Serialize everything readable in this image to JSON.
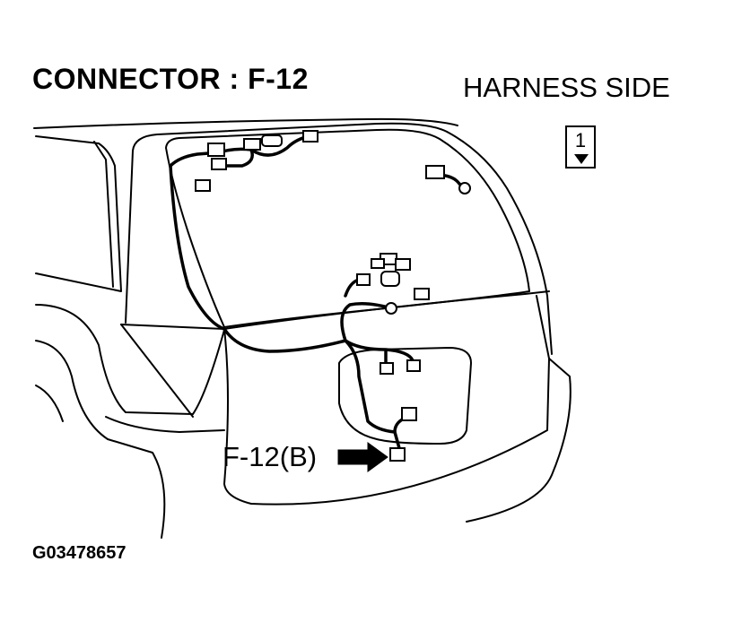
{
  "header": {
    "connector_title": "CONNECTOR : F-12",
    "harness_side": "HARNESS SIDE"
  },
  "terminal_view": {
    "pin_number": "1",
    "icon": "down-arrow-icon"
  },
  "callout": {
    "connector_label": "F-12(B)",
    "icon": "right-arrow-icon"
  },
  "footer": {
    "figure_code": "G03478657"
  }
}
